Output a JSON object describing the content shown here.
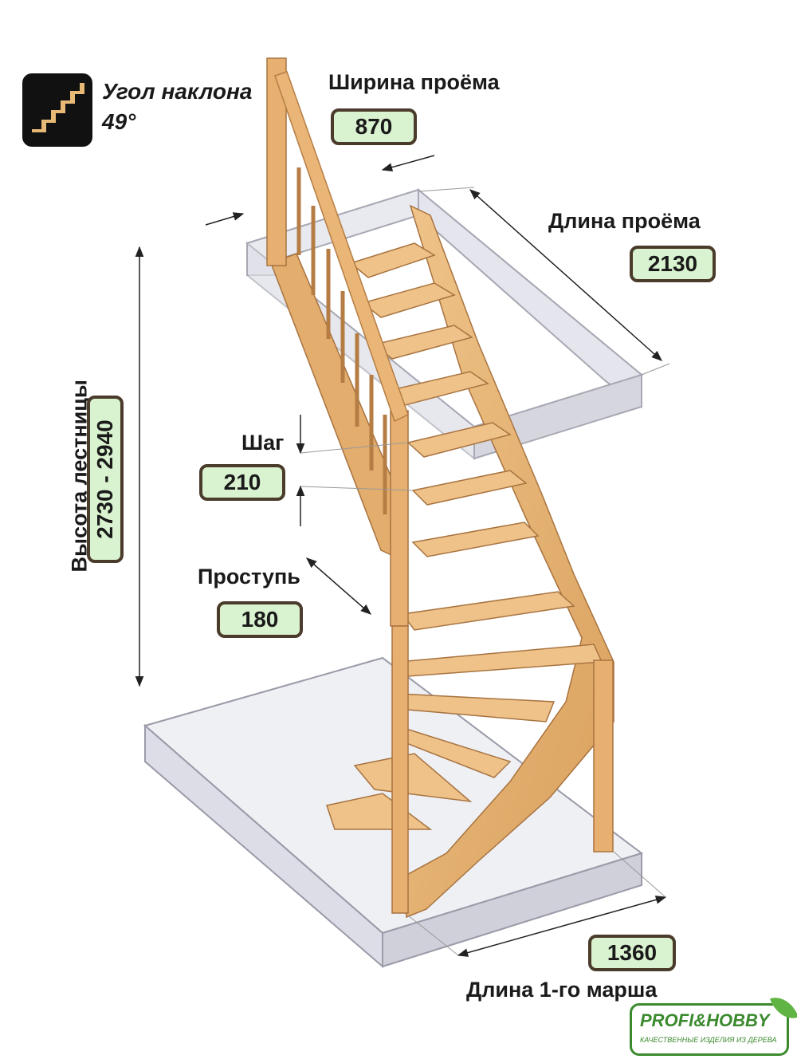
{
  "angle": {
    "label": "Угол наклона",
    "value": "49°"
  },
  "opening_width": {
    "label": "Ширина проёма",
    "value": "870"
  },
  "opening_length": {
    "label": "Длина проёма",
    "value": "2130"
  },
  "height": {
    "label": "Высота лестницы",
    "value": "2730 - 2940"
  },
  "step": {
    "label": "Шаг",
    "value": "210"
  },
  "tread": {
    "label": "Проступь",
    "value": "180"
  },
  "first_flight": {
    "label": "Длина 1-го марша",
    "value": "1360"
  },
  "logo": {
    "name": "PROFI&HOBBY",
    "tagline": "КАЧЕСТВЕННЫЕ ИЗДЕЛИЯ ИЗ ДЕРЕВА"
  },
  "colors": {
    "wood": "#e8b877",
    "wood_dark": "#c98f4c",
    "box_fill": "#d9f2cf",
    "box_border": "#4a3b2a",
    "glass": "#d6d6e0",
    "logo_green": "#3b8a2e"
  }
}
